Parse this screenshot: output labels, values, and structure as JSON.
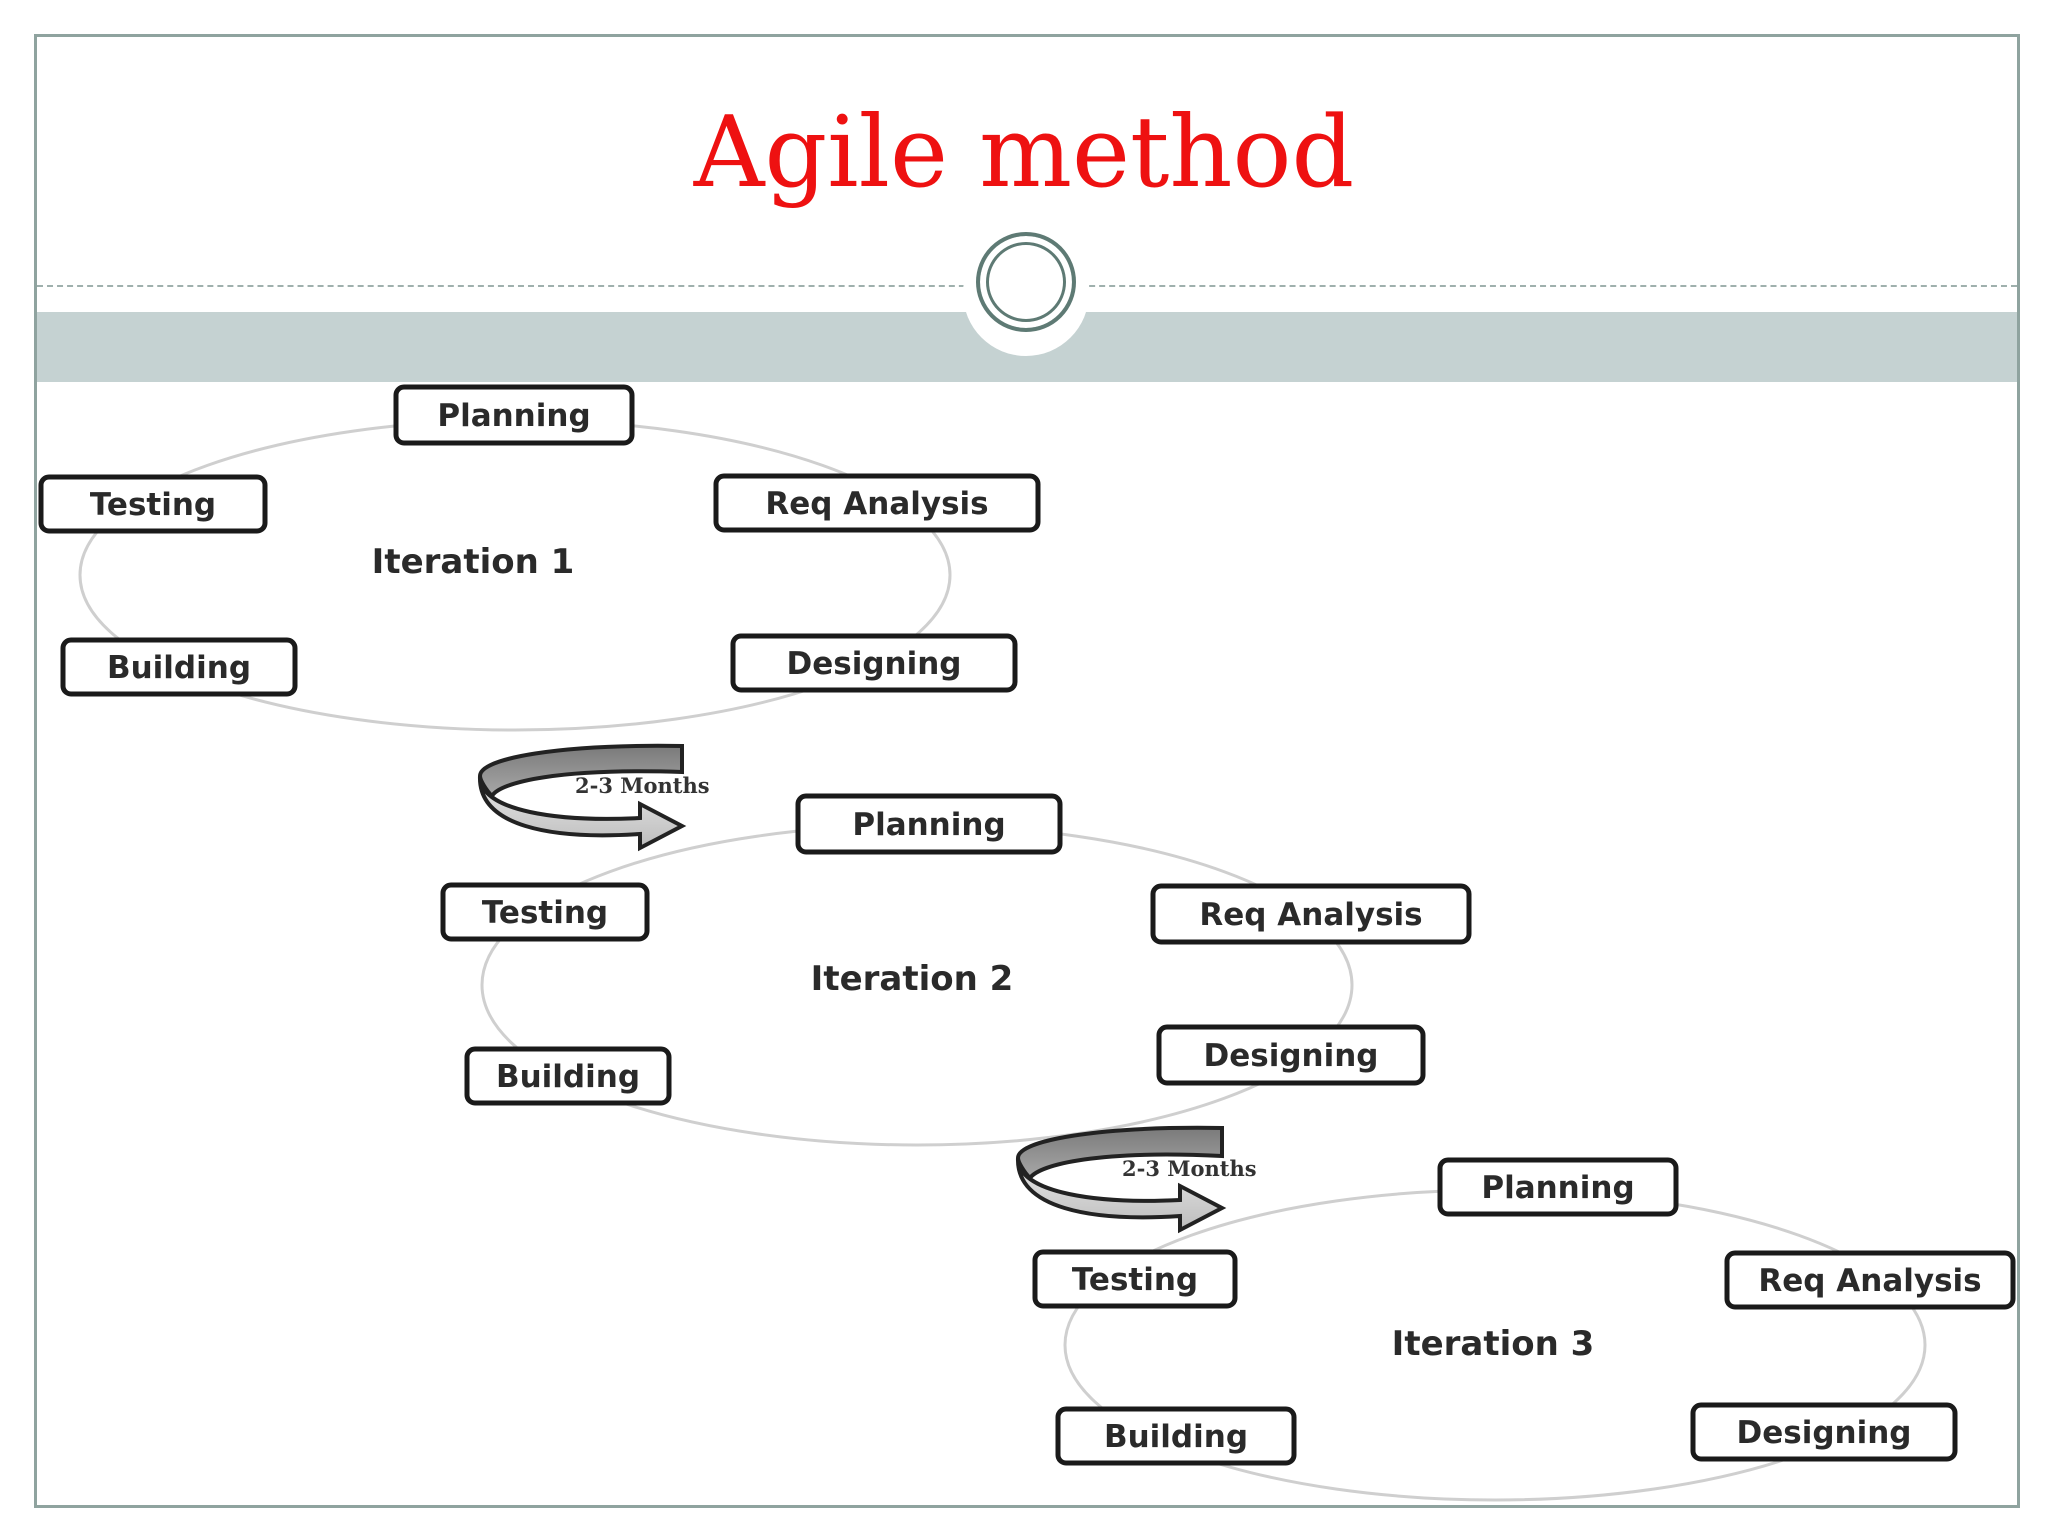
{
  "slide": {
    "title": "Agile method"
  },
  "diagram": {
    "iterations": [
      {
        "label": "Iteration 1",
        "phases": [
          "Planning",
          "Req Analysis",
          "Designing",
          "Building",
          "Testing"
        ]
      },
      {
        "label": "Iteration 2",
        "phases": [
          "Planning",
          "Req Analysis",
          "Designing",
          "Building",
          "Testing"
        ]
      },
      {
        "label": "Iteration 3",
        "phases": [
          "Planning",
          "Req Analysis",
          "Designing",
          "Building",
          "Testing"
        ]
      }
    ],
    "transitions": [
      {
        "label": "2-3 Months"
      },
      {
        "label": "2-3 Months"
      }
    ]
  }
}
